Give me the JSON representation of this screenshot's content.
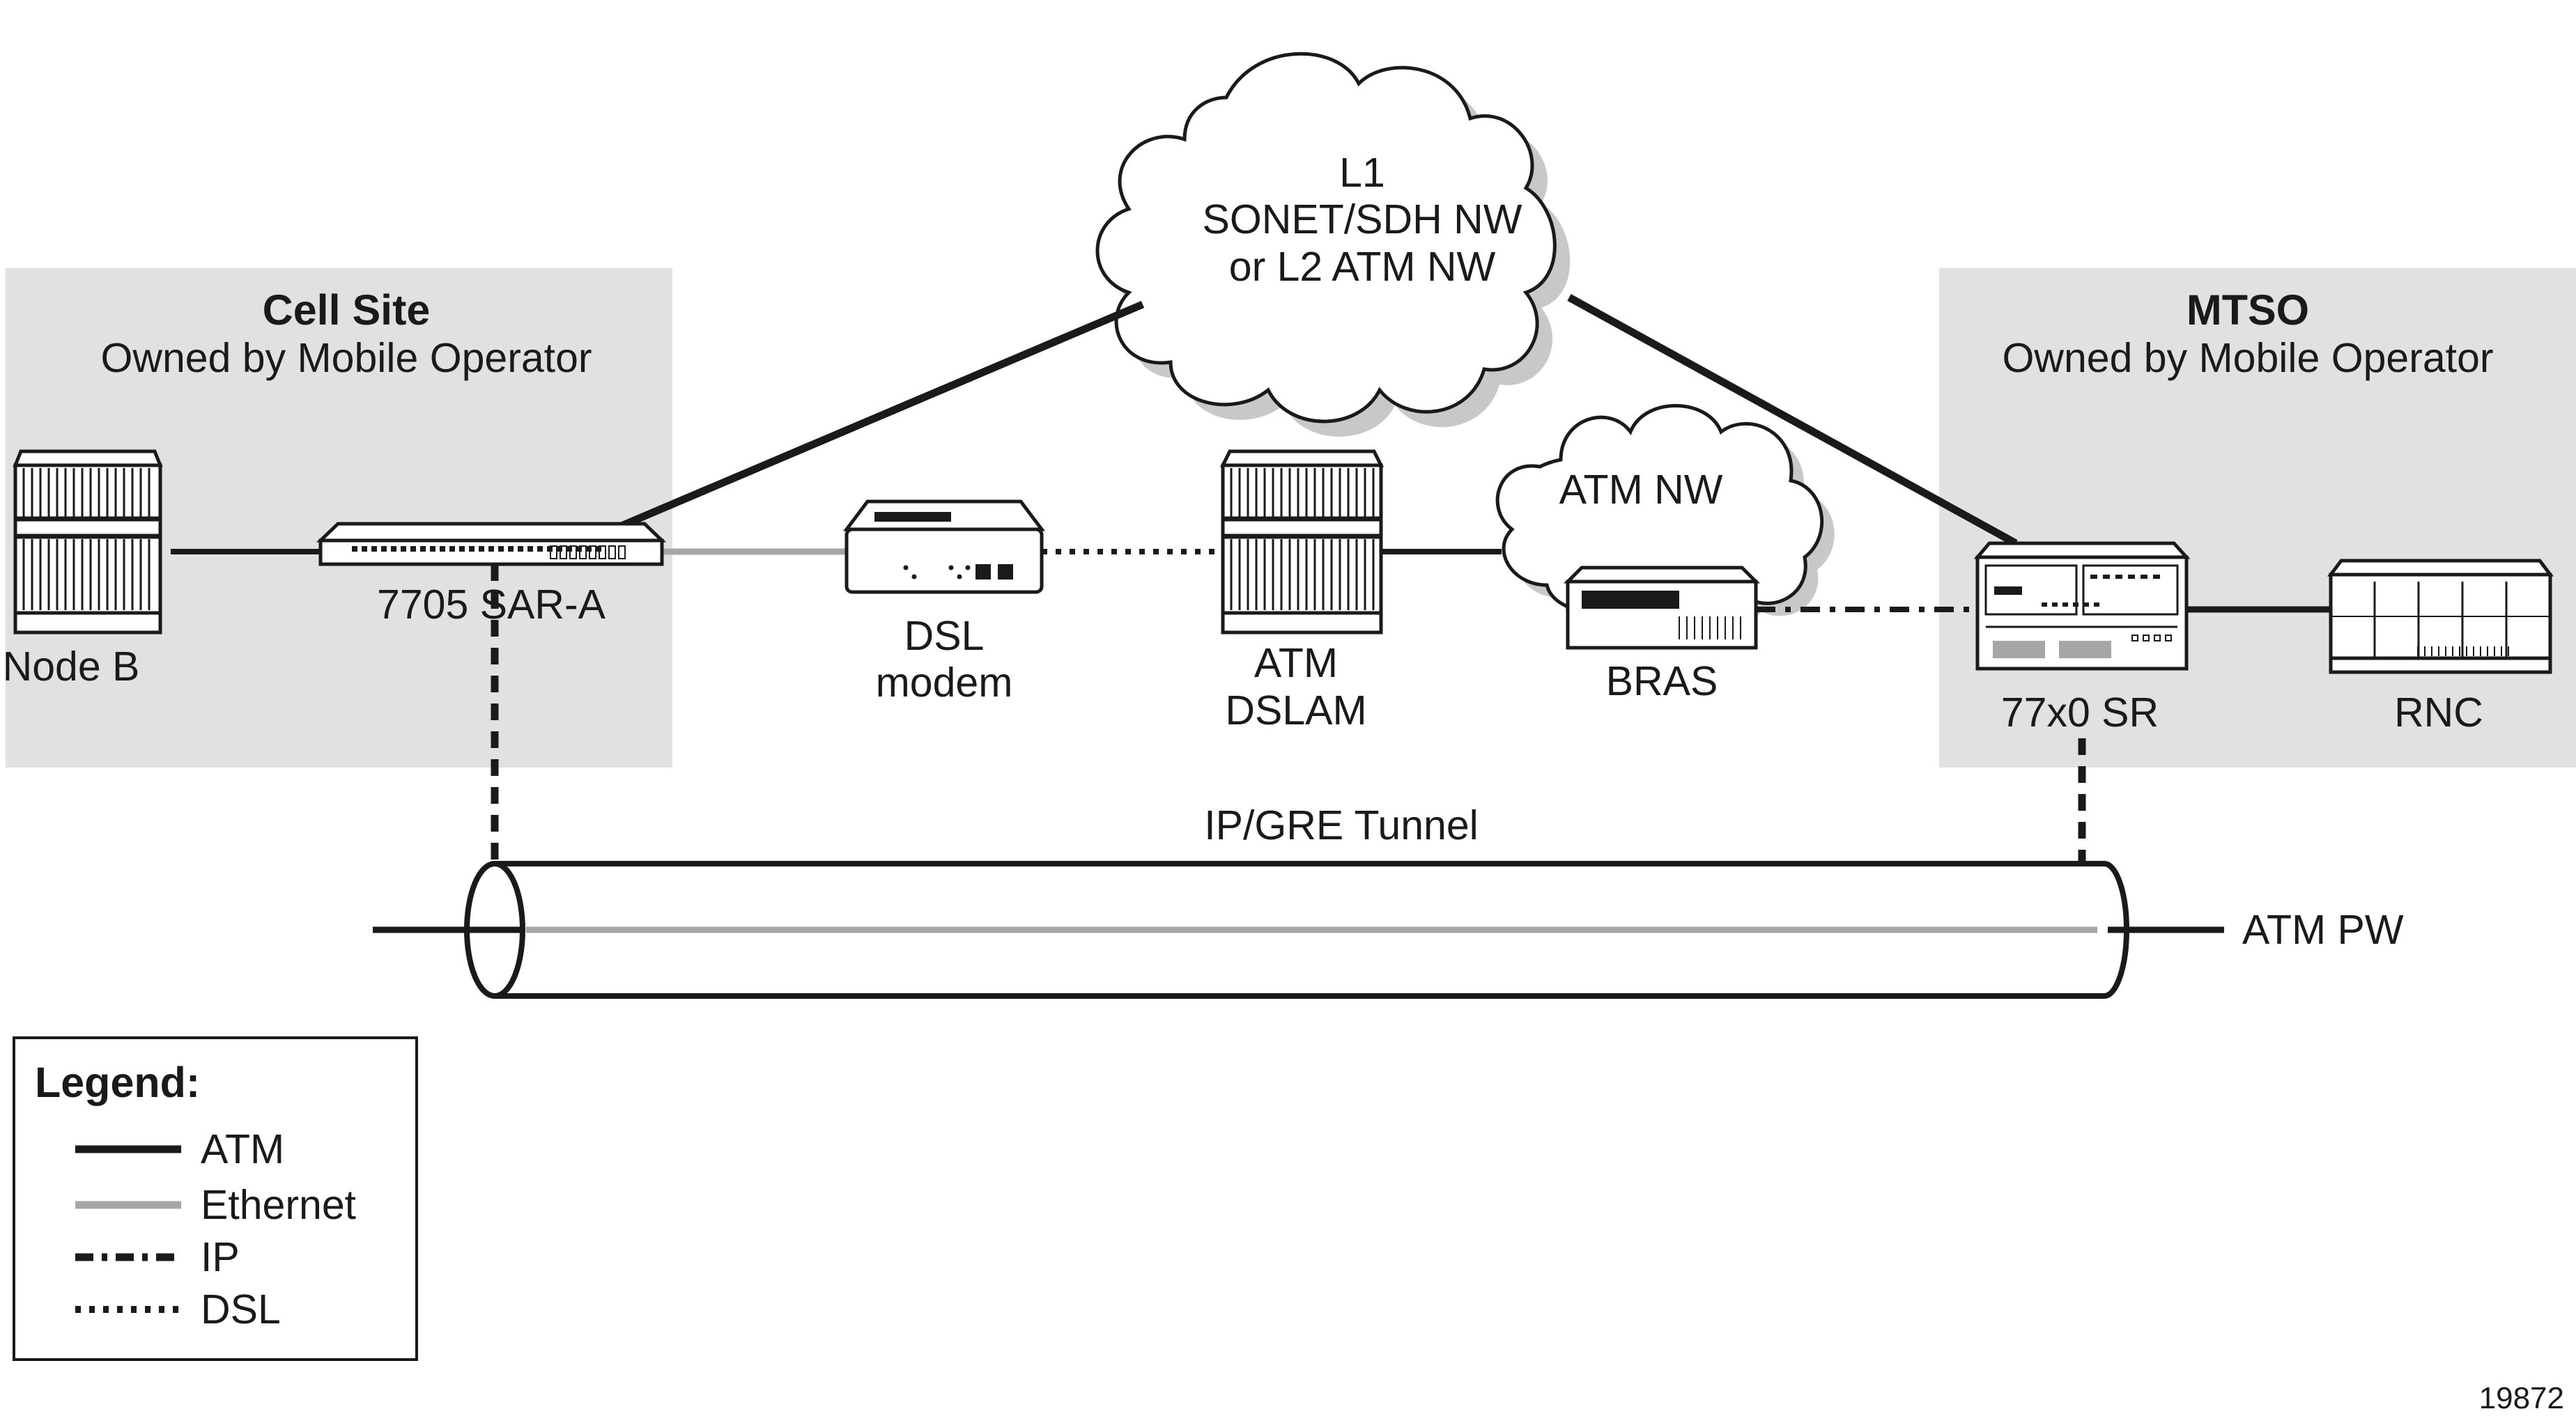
{
  "colors": {
    "atm": "#1a1a1a",
    "ethernet": "#a6a6a6",
    "ip": "#1a1a1a",
    "dsl": "#1a1a1a",
    "site_box": "#e1e1e3",
    "cloud_shadow": "#c8c8c8"
  },
  "cell_site": {
    "title": "Cell Site",
    "subtitle": "Owned by Mobile Operator"
  },
  "mtso": {
    "title": "MTSO",
    "subtitle": "Owned by Mobile Operator"
  },
  "clouds": {
    "core": [
      "L1",
      "SONET/SDH NW",
      "or L2 ATM NW"
    ],
    "atm_nw": "ATM NW"
  },
  "devices": {
    "node_b": "Node B",
    "sar_a": "7705 SAR-A",
    "dsl_modem": [
      "DSL",
      "modem"
    ],
    "dslam": [
      "ATM",
      "DSLAM"
    ],
    "bras": "BRAS",
    "sr": "77x0 SR",
    "rnc": "RNC"
  },
  "tunnel": {
    "label": "IP/GRE Tunnel",
    "pw_label": "ATM PW"
  },
  "legend": {
    "title": "Legend:",
    "items": [
      {
        "label": "ATM",
        "style": "solid-black"
      },
      {
        "label": "Ethernet",
        "style": "solid-gray"
      },
      {
        "label": "IP",
        "style": "dash-dot"
      },
      {
        "label": "DSL",
        "style": "dotted"
      }
    ]
  },
  "figure_number": "19872"
}
